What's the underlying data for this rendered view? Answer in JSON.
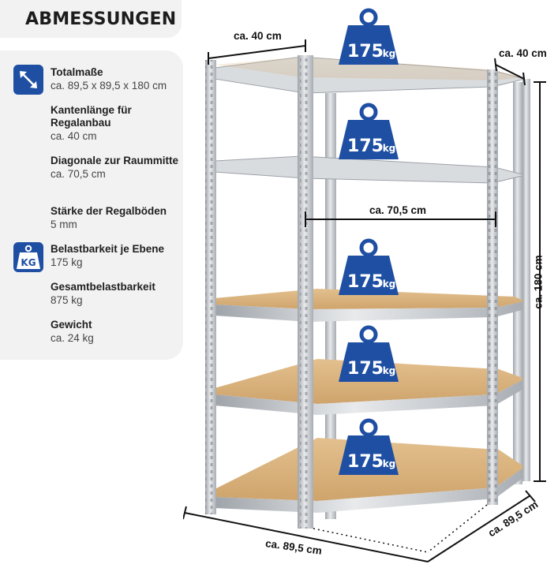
{
  "header": {
    "title": "ABMESSUNGEN"
  },
  "specs": [
    {
      "label": "Totalmaße",
      "value": "ca. 89,5 x 89,5 x 180 cm",
      "icon": "diagonal-arrow-icon"
    },
    {
      "label": "Kantenlänge für Regalanbau",
      "value": "ca. 40 cm"
    },
    {
      "label": "Diagonale zur Raummitte",
      "value": "ca. 70,5 cm"
    },
    {
      "label": "Stärke der Regalböden",
      "value": "5 mm"
    },
    {
      "label": "Belastbarkeit je Ebene",
      "value": "175 kg",
      "icon": "weight-kg-icon"
    },
    {
      "label": "Gesamtbelastbarkeit",
      "value": "875 kg"
    },
    {
      "label": "Gewicht",
      "value": "ca. 24 kg"
    }
  ],
  "icons": {
    "kg_text": "KG"
  },
  "dimensions": {
    "top_edge": "ca. 40 cm",
    "right_edge": "ca. 40 cm",
    "diagonal": "ca. 70,5 cm",
    "height": "ca. 180 cm",
    "bottom_left": "ca. 89,5 cm",
    "bottom_right": "ca. 89,5 cm"
  },
  "badges": [
    {
      "number": "175",
      "unit": "kg"
    },
    {
      "number": "175",
      "unit": "kg"
    },
    {
      "number": "175",
      "unit": "kg"
    },
    {
      "number": "175",
      "unit": "kg"
    },
    {
      "number": "175",
      "unit": "kg"
    }
  ],
  "colors": {
    "accent": "#1e4fa3",
    "panel": "#f2f2f2",
    "wood": "#d8b27e",
    "steel": "#c9ccd0"
  }
}
